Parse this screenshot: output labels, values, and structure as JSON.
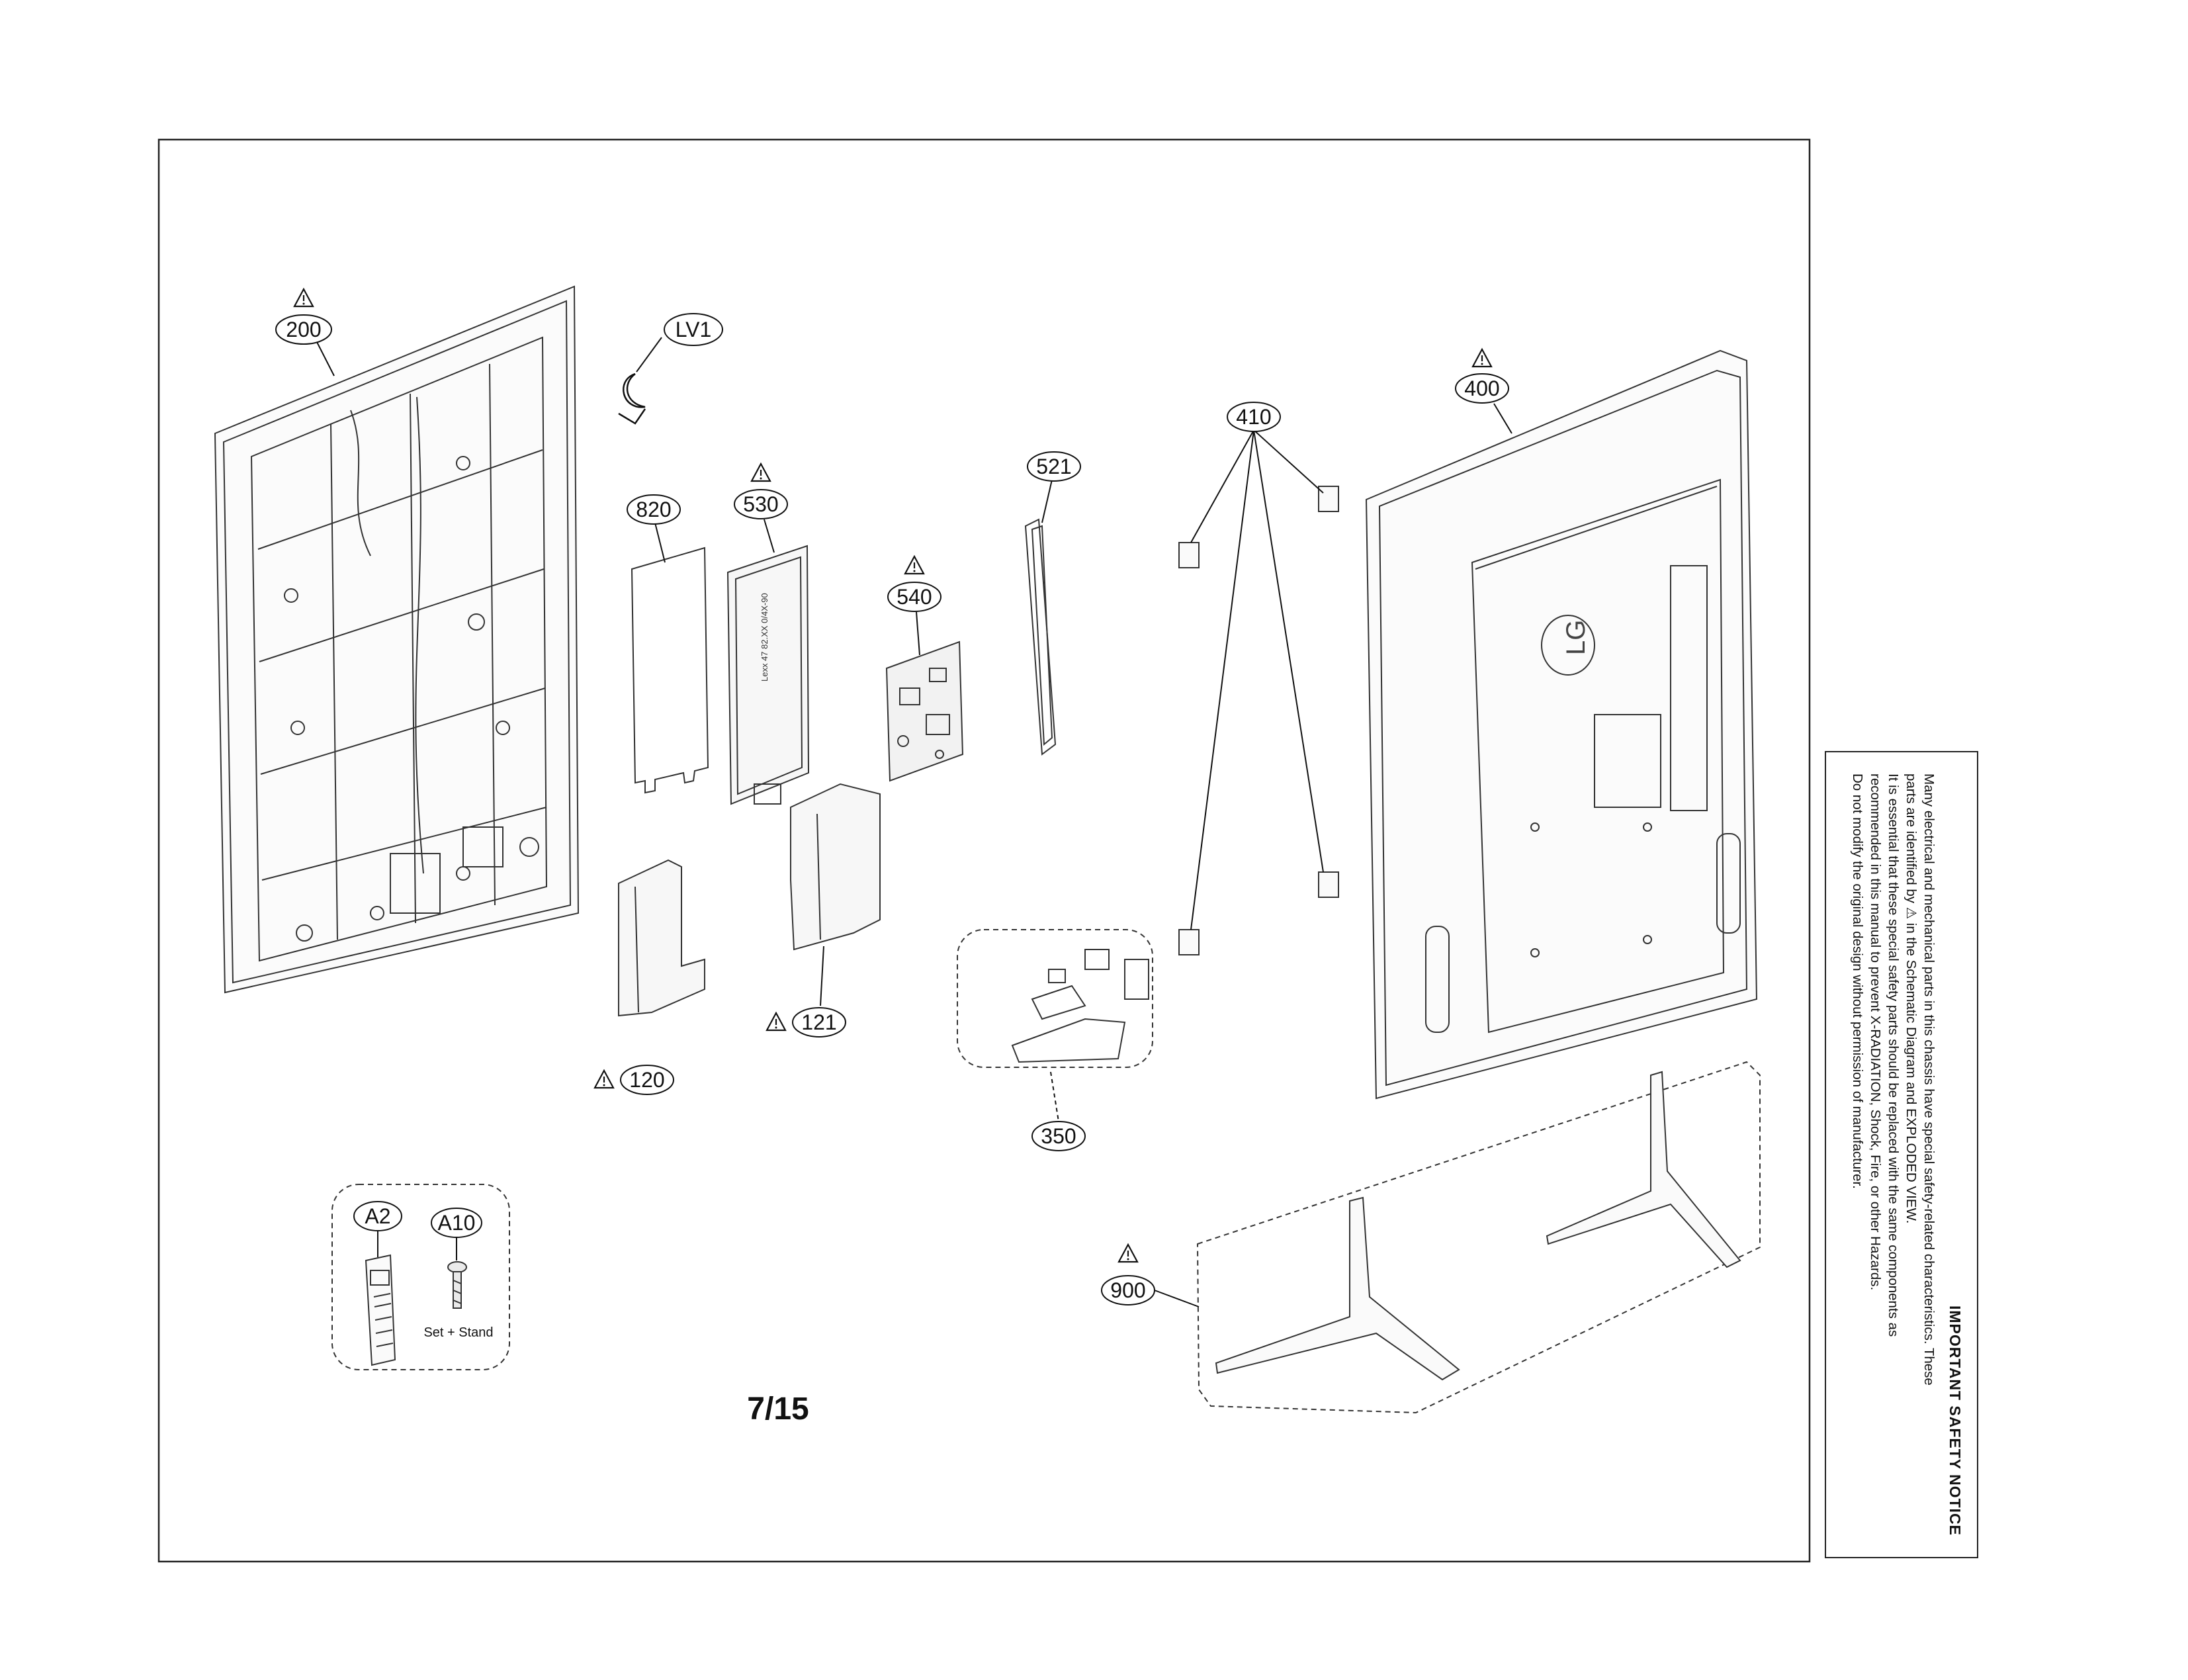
{
  "page": {
    "page_number": "7/15"
  },
  "callouts": {
    "c200": "200",
    "cLV1": "LV1",
    "c820": "820",
    "c530": "530",
    "c540": "540",
    "c521": "521",
    "c410": "410",
    "c400": "400",
    "c120": "120",
    "c121": "121",
    "c350": "350",
    "c900": "900",
    "cA2": "A2",
    "cA10": "A10"
  },
  "labels": {
    "set_stand": "Set + Stand",
    "logo": "LG",
    "board_print": "Lexx 47 82.XX 0/4X-90"
  },
  "notice": {
    "title": "IMPORTANT SAFETY NOTICE",
    "line1": "Many electrical and mechanical parts in this chassis have special safety-related characteristics. These",
    "line2": "parts are identified by ⚠ in the Schematic Diagram and EXPLODED VIEW.",
    "line3": "It is essential that these special safety parts should be replaced with the same components as",
    "line4": "recommended in this manual to prevent X-RADIATION, Shock, Fire, or other Hazards.",
    "line5": "Do not modify the original design without permission of manufacturer."
  }
}
